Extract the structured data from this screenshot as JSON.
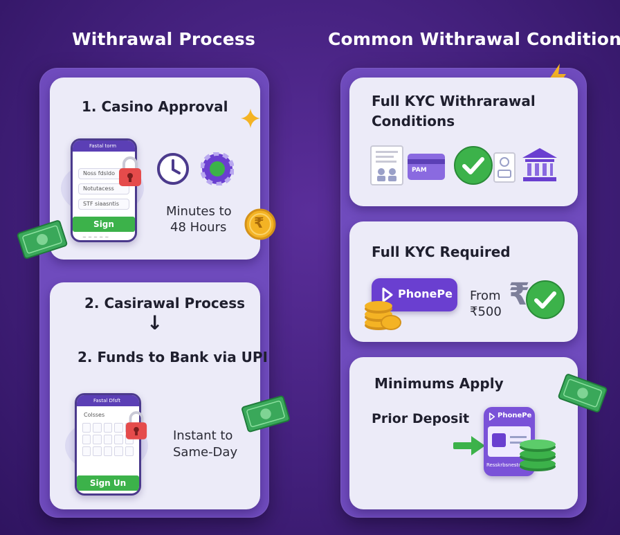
{
  "left": {
    "heading": "Withrawal Process",
    "card1": {
      "title": "1. Casino Approval",
      "phone": {
        "header": "Fastal torm",
        "row1": "Noss fdsldo",
        "row2": "Notutacess",
        "row3": "STF siaasntis",
        "button": "Sign",
        "footer": "~ ~ ~ ~ ~"
      },
      "time_line1": "Minutes to",
      "time_line2": "48 Hours",
      "coin_symbol": "₹"
    },
    "card2": {
      "line1": "2. Casirawal Process",
      "arrow": "↓",
      "line2": "2. Funds to Bank via UPI",
      "phone": {
        "header": "Fastal Dfsft",
        "row1": "Colsses",
        "button": "Sign Un"
      },
      "time_line1": "Instant to",
      "time_line2": "Same-Day"
    }
  },
  "right": {
    "heading": "Common Withrawal Conditions",
    "card1": {
      "title_line1": "Full KYC Withrarawal",
      "title_line2": "Conditions",
      "pan_label": "PAM"
    },
    "card2": {
      "title": "Full KYC Required",
      "brand": "PhonePe",
      "from_line1": "From",
      "from_line2": "₹500",
      "rupee_symbol": "₹"
    },
    "card3": {
      "title": "Minimums Apply",
      "subtitle": "Prior Deposit",
      "brand": "PhonePe",
      "card_caption": "Resskrbsnestds"
    }
  },
  "colors": {
    "accent_purple": "#6a3fd0",
    "success_green": "#3cb24a",
    "lock_red": "#e54b4b",
    "coin_gold": "#f4b324",
    "cash_green": "#3aa85a"
  }
}
